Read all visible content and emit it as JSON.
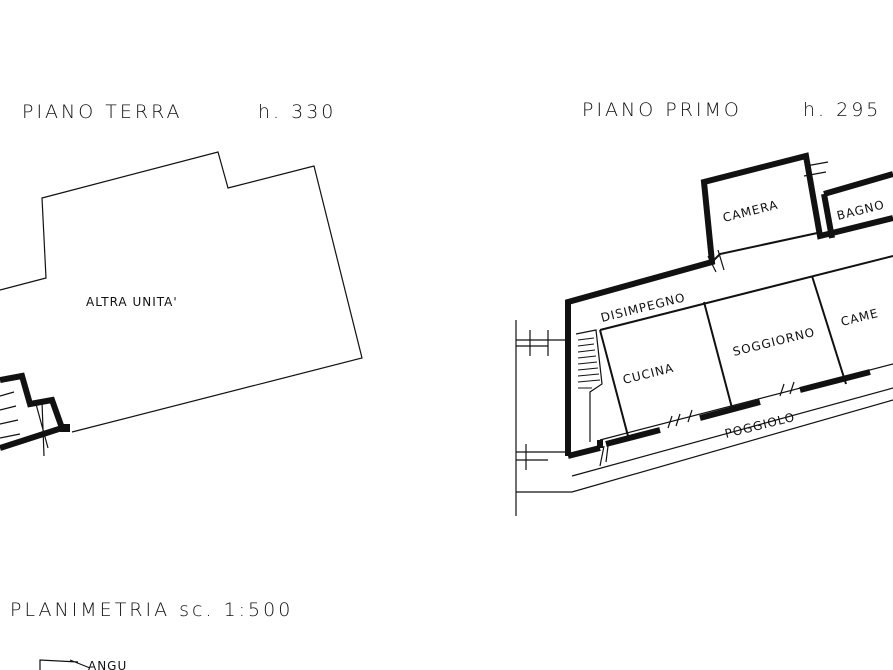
{
  "ground_floor": {
    "title": "PIANO TERRA",
    "height": "h. 330",
    "rooms": {
      "other_unit": "ALTRA UNITA'"
    }
  },
  "first_floor": {
    "title": "PIANO PRIMO",
    "height": "h. 295",
    "rooms": {
      "bedroom_1": "CAMERA",
      "bathroom": "BAGNO",
      "hallway": "DISIMPEGNO",
      "bedroom_2": "CAME",
      "kitchen": "CUCINA",
      "living": "SOGGIORNO",
      "balcony": "POGGIOLO"
    }
  },
  "site_plan": {
    "title": "PLANIMETRIA sc. 1:500",
    "partial_label": "ANGU"
  }
}
